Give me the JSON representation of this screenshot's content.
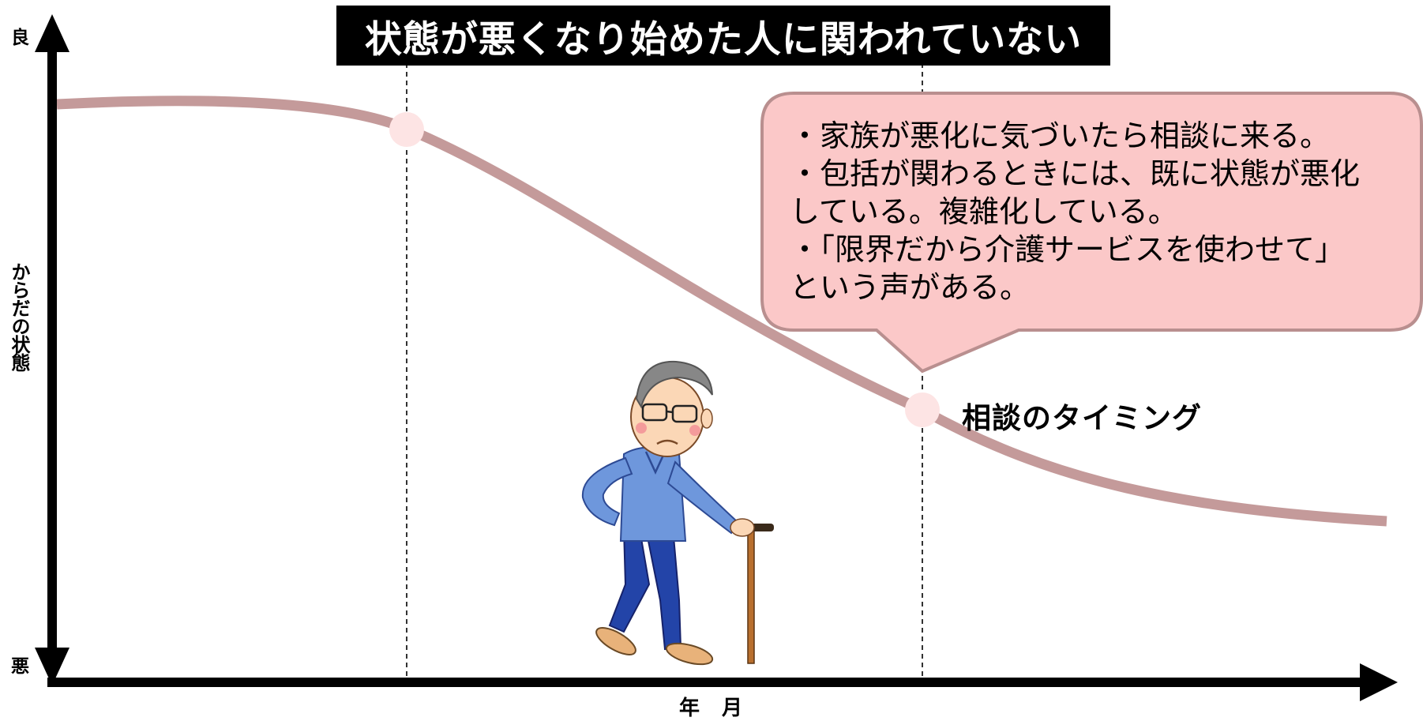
{
  "title": "状態が悪くなり始めた人に関われていない",
  "axes": {
    "y_top": "良",
    "y_bottom": "悪",
    "y_label": "からだの状態",
    "x_label": "年　月"
  },
  "callout": {
    "lines": [
      "・家族が悪化に気づいたら相談に来る。",
      "・包括が関わるときには、既に状態が悪化",
      "している。複雑化している。",
      "・「限界だから介護サービスを使わせて」",
      "という声がある。"
    ]
  },
  "timing_label": "相談のタイミング",
  "colors": {
    "curve": "#c49a9a",
    "marker": "#fde4e4",
    "callout_fill": "#fbc8c8",
    "callout_stroke": "#b98f8f",
    "title_bg": "#000000",
    "title_text": "#ffffff"
  },
  "illustration": "elderly-man-with-cane"
}
